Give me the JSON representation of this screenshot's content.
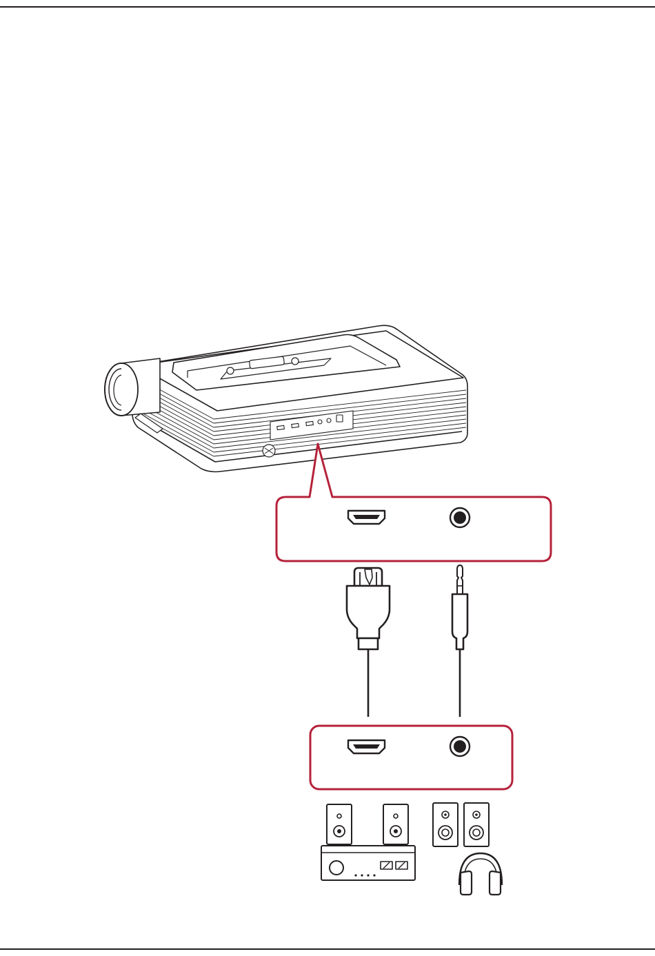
{
  "diagram": {
    "colors": {
      "line": "#231f20",
      "callout": "#b5223a",
      "background": "#ffffff"
    },
    "components": [
      {
        "id": "projector",
        "icon": "projector-icon"
      },
      {
        "id": "projector-port-panel",
        "icon": "io-panel-icon"
      },
      {
        "id": "projector-callout",
        "ports": [
          "hdmi-port-icon",
          "audio-jack-icon"
        ]
      },
      {
        "id": "hdmi-cable",
        "icon": "hdmi-plug-icon"
      },
      {
        "id": "audio-cable",
        "icon": "audio-plug-icon"
      },
      {
        "id": "device-callout",
        "ports": [
          "hdmi-port-icon",
          "audio-jack-icon"
        ]
      },
      {
        "id": "sound-system",
        "icon": "av-receiver-with-speakers-icon"
      },
      {
        "id": "desktop-speakers",
        "icon": "speakers-icon"
      },
      {
        "id": "headphones",
        "icon": "headphones-icon"
      }
    ]
  }
}
